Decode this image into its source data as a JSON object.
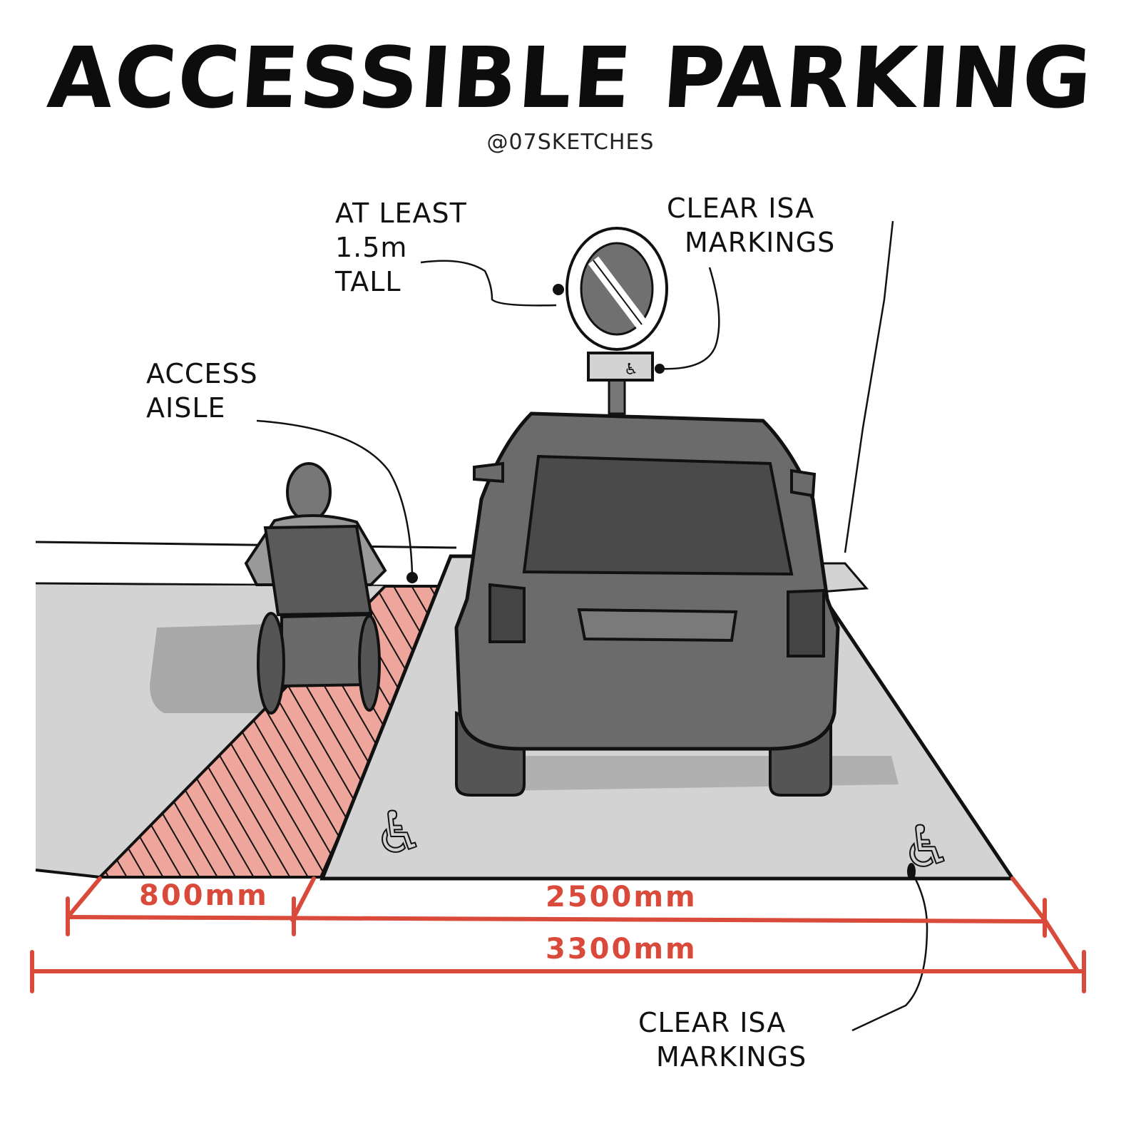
{
  "header": {
    "title": "ACCESSIBLE PARKING",
    "handle": "@07SKETCHES"
  },
  "callouts": {
    "sign_height": {
      "line1": "AT LEAST",
      "line2": "1.5m",
      "line3": "TALL"
    },
    "sign_isa": {
      "line1": "CLEAR ISA",
      "line2": "MARKINGS"
    },
    "access_aisle": {
      "line1": "ACCESS",
      "line2": "AISLE"
    },
    "ground_isa": {
      "line1": "CLEAR ISA",
      "line2": "MARKINGS"
    }
  },
  "dimensions": {
    "aisle_width": "800mm",
    "bay_width": "2500mm",
    "total_width": "3300mm"
  },
  "colors": {
    "dimension_red": "#d94a3a",
    "aisle_fill": "#eea59c",
    "pavement": "#d3d3d3",
    "car": "#6b6b6b",
    "ink": "#111111"
  }
}
